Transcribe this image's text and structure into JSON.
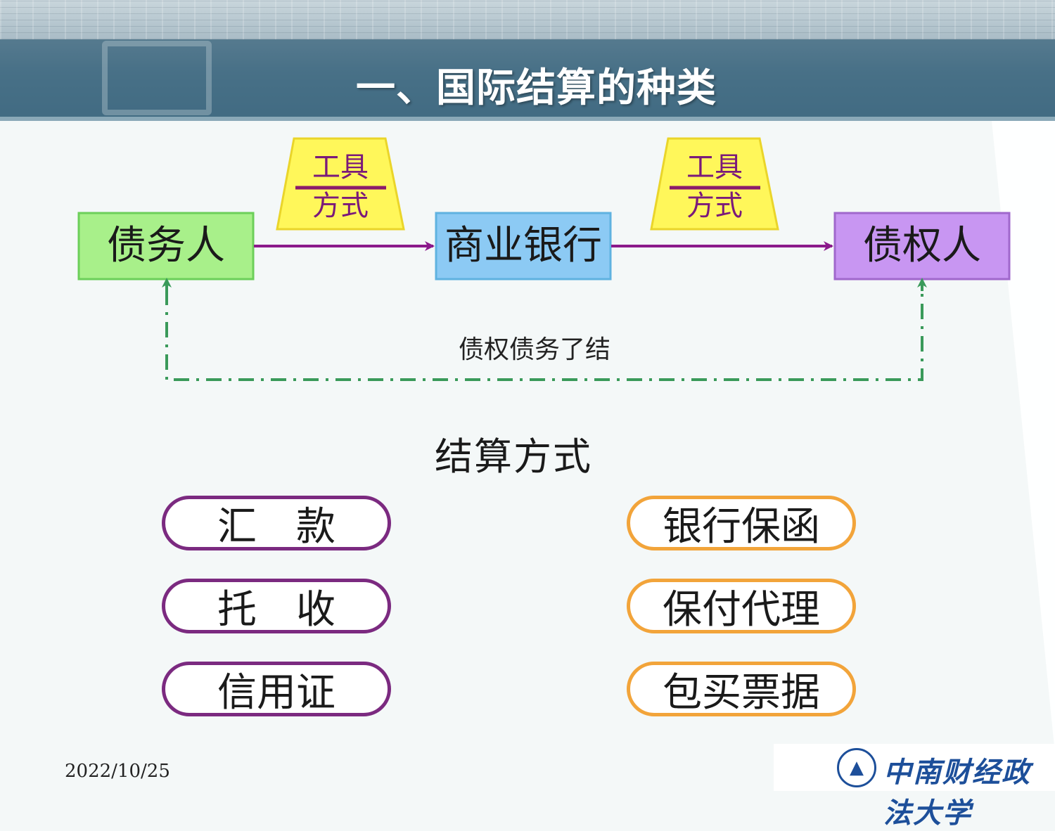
{
  "header": {
    "title": "一、国际结算的种类"
  },
  "flow": {
    "debtor": "债务人",
    "bank": "商业银行",
    "creditor": "债权人",
    "tool_top_1": "工具",
    "tool_bottom_1": "方式",
    "tool_top_2": "工具",
    "tool_bottom_2": "方式",
    "settle_label": "债权债务了结"
  },
  "methods": {
    "title": "结算方式",
    "left": [
      "汇　款",
      "托　收",
      "信用证"
    ],
    "right": [
      "银行保函",
      "保付代理",
      "包买票据"
    ]
  },
  "colors": {
    "debtor_fill": "#a8f08a",
    "bank_fill": "#8ccaf4",
    "creditor_fill": "#c896f2",
    "trapezoid_fill": "#fff75a",
    "arrow": "#8b1a8b",
    "dash": "#3a9a5a",
    "pill_purple": "#7b2a80",
    "pill_orange": "#f2a43a"
  },
  "footer": {
    "date": "2022/10/25",
    "logo_text": "中南财经政法大学"
  }
}
